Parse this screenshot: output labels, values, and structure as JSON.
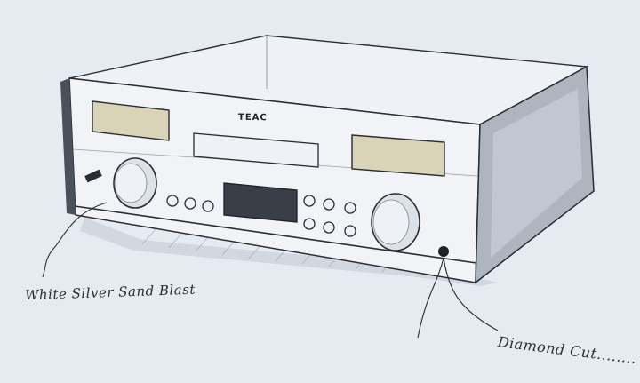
{
  "image": {
    "style": "hand sketch with marker shading",
    "subject": "hi-fi receiver"
  },
  "colors": {
    "background": "#e6ebf2",
    "ink": "#2a2d33",
    "panel": "#eef1f5",
    "shade": "#7d8591",
    "meter": "#d9d3b8",
    "display": "#3a3f47"
  },
  "brand": "TEAC",
  "annotations": {
    "finish_label": "White Silver  Sand Blast",
    "knob_label": "Diamond Cut........"
  }
}
